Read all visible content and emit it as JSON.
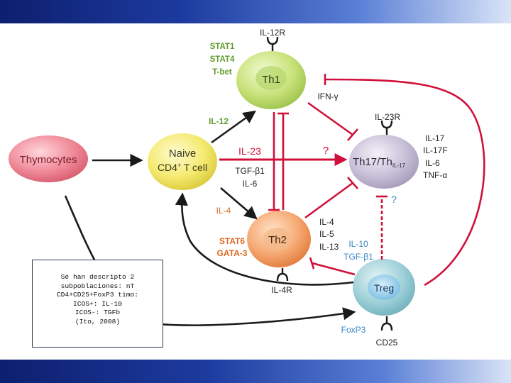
{
  "nodes": {
    "thymocytes": "Thymocytes",
    "naive_line1": "Naive",
    "naive_line2_a": "CD4",
    "naive_line2_sup": "+",
    "naive_line2_b": " T cell",
    "th1": "Th1",
    "th2": "Th2",
    "th17": "Th17/Th",
    "th17_small": "IL-17",
    "treg": "Treg"
  },
  "labels": {
    "il12r": "IL-12R",
    "stat1": "STAT1",
    "stat4": "STAT4",
    "tbet": "T-bet",
    "il12": "IL-12",
    "ifng": "IFN-γ",
    "il23r": "IL-23R",
    "il23": "IL-23",
    "q1": "?",
    "q2": "?",
    "tgfb1": "TGF-β1",
    "il6": "IL-6",
    "il4_in": "IL-4",
    "stat6": "STAT6",
    "gata3": "GATA-3",
    "il4r": "IL-4R",
    "th2_il4": "IL-4",
    "th2_il5": "IL-5",
    "th2_il13": "IL-13",
    "treg_il10": "IL-10",
    "treg_tgfb1": "TGF-β1",
    "foxp3": "FoxP3",
    "cd25": "CD25",
    "th17_il17": "IL-17",
    "th17_il17f": "IL-17F",
    "th17_il6": "IL-6",
    "th17_tnfa": "TNF-α"
  },
  "note": {
    "lines": [
      "Se han descripto 2",
      "subpoblaciones: nT",
      "CD4+CD25+FoxP3 timo:",
      "ICOS+: IL-10",
      "ICOS-: TGFb",
      "(Ito, 2008)"
    ]
  },
  "colors": {
    "arrow_black": "#1a1a1a",
    "inhibit_red": "#d0103a",
    "th1_green": "#5f9a2a",
    "th2_orange": "#e06a24",
    "treg_blue": "#3a86c8"
  }
}
